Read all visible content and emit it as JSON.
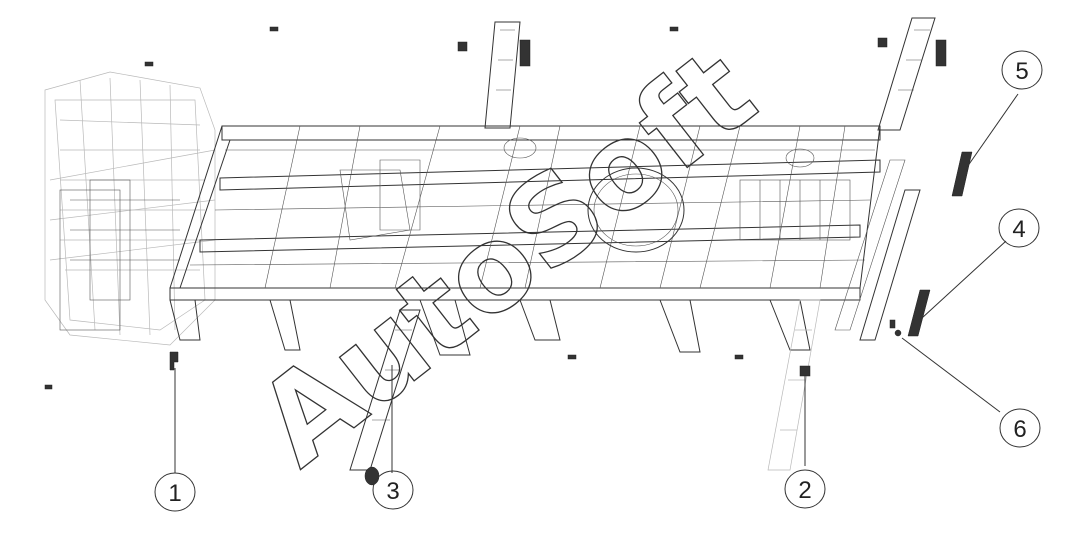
{
  "drawing": {
    "watermark": "AutoSoft",
    "callouts": [
      {
        "id": "1",
        "label": "1"
      },
      {
        "id": "2",
        "label": "2"
      },
      {
        "id": "3",
        "label": "3"
      },
      {
        "id": "4",
        "label": "4"
      },
      {
        "id": "5",
        "label": "5"
      },
      {
        "id": "6",
        "label": "6"
      }
    ]
  }
}
